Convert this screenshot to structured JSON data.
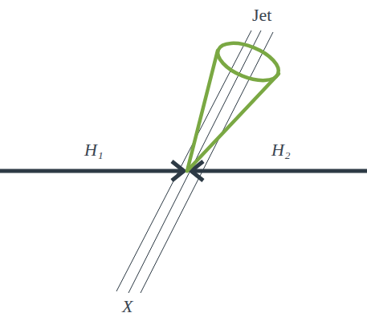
{
  "diagram": {
    "labels": [
      "Jet",
      "H₁",
      "H₂",
      "X"
    ]
  }
}
